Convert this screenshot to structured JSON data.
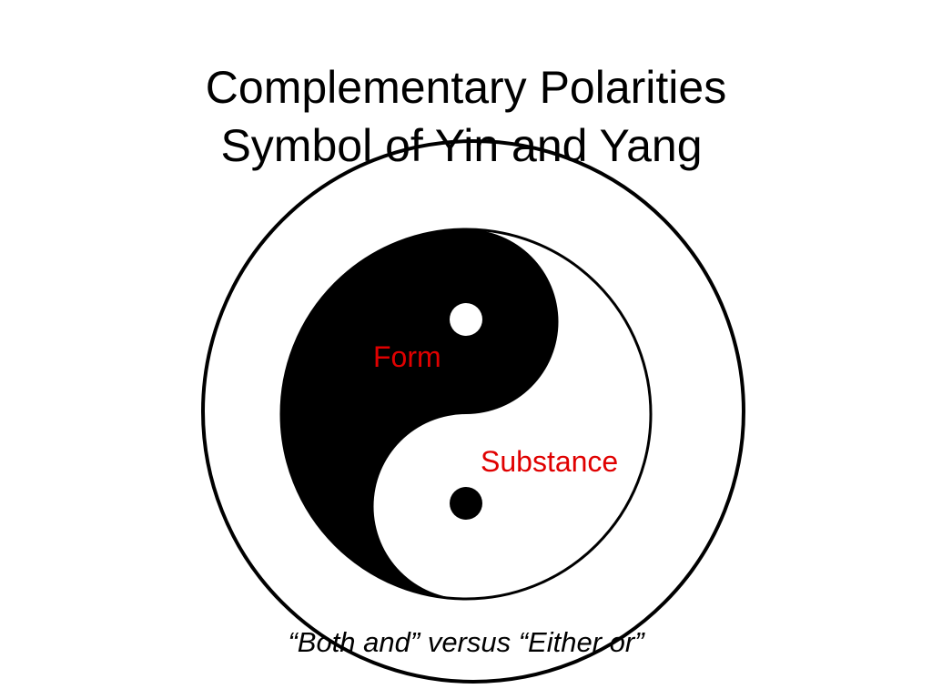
{
  "title": {
    "line1": "Complementary Polarities",
    "line2": "Symbol of Yin and Yang"
  },
  "diagram": {
    "symbol": "yin-yang-symbol",
    "labels": {
      "form": "Form",
      "substance": "Substance"
    },
    "colors": {
      "dark": "#000000",
      "light": "#ffffff",
      "label": "#e00000"
    }
  },
  "caption": "“Both and” versus “Either or”"
}
